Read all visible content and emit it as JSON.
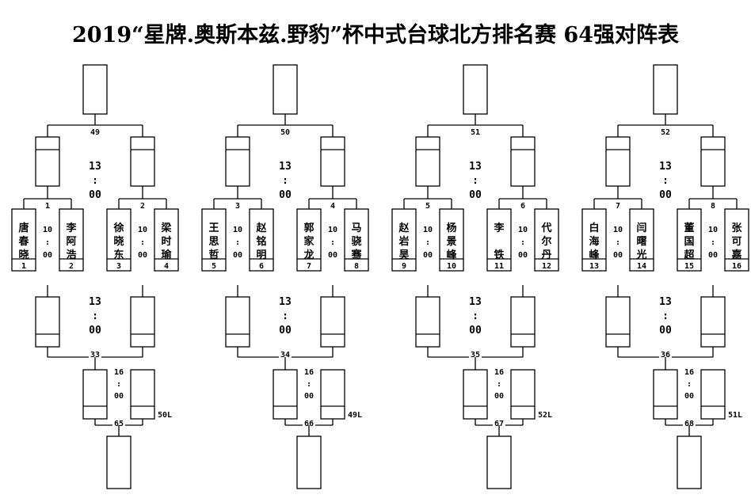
{
  "title": "2019“星牌.奥斯本兹.野豹”杯中式台球北方排名赛 64强对阵表",
  "groups": [
    {
      "top_match": "49",
      "upper_time": "13:00",
      "pairs": [
        {
          "match": "1",
          "time": "10:00",
          "players": [
            {
              "name": "唐春晓",
              "seed": "1"
            },
            {
              "name": "李阿浩",
              "seed": "2"
            }
          ]
        },
        {
          "match": "2",
          "time": "10:00",
          "players": [
            {
              "name": "徐晓东",
              "seed": "3"
            },
            {
              "name": "梁时瑜",
              "seed": "4"
            }
          ]
        }
      ],
      "lower_time": "13:00",
      "lower_match": "33",
      "final_time": "16:00",
      "loser_from": "50L",
      "final_match": "65"
    },
    {
      "top_match": "50",
      "upper_time": "13:00",
      "pairs": [
        {
          "match": "3",
          "time": "10:00",
          "players": [
            {
              "name": "王思哲",
              "seed": "5"
            },
            {
              "name": "赵铭明",
              "seed": "6"
            }
          ]
        },
        {
          "match": "4",
          "time": "10:00",
          "players": [
            {
              "name": "郭家龙",
              "seed": "7"
            },
            {
              "name": "马骁骞",
              "seed": "8"
            }
          ]
        }
      ],
      "lower_time": "13:00",
      "lower_match": "34",
      "final_time": "16:00",
      "loser_from": "49L",
      "final_match": "66"
    },
    {
      "top_match": "51",
      "upper_time": "13:00",
      "pairs": [
        {
          "match": "5",
          "time": "10:00",
          "players": [
            {
              "name": "赵岩昊",
              "seed": "9"
            },
            {
              "name": "杨景峰",
              "seed": "10"
            }
          ]
        },
        {
          "match": "6",
          "time": "10:00",
          "players": [
            {
              "name": "李 铁",
              "seed": "11"
            },
            {
              "name": "代尔丹",
              "seed": "12"
            }
          ]
        }
      ],
      "lower_time": "13:00",
      "lower_match": "35",
      "final_time": "16:00",
      "loser_from": "52L",
      "final_match": "67"
    },
    {
      "top_match": "52",
      "upper_time": "13:00",
      "pairs": [
        {
          "match": "7",
          "time": "10:00",
          "players": [
            {
              "name": "白海峰",
              "seed": "13"
            },
            {
              "name": "闫曙光",
              "seed": "14"
            }
          ]
        },
        {
          "match": "8",
          "time": "10:00",
          "players": [
            {
              "name": "董国超",
              "seed": "15"
            },
            {
              "name": "张可嘉",
              "seed": "16"
            }
          ]
        }
      ],
      "lower_time": "13:00",
      "lower_match": "36",
      "final_time": "16:00",
      "loser_from": "51L",
      "final_match": "68"
    }
  ]
}
